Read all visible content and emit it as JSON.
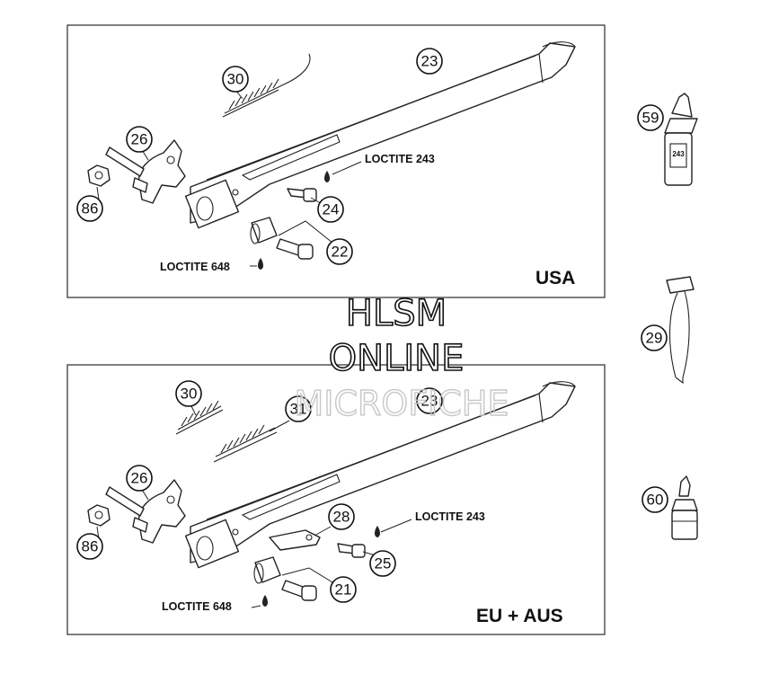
{
  "panels": {
    "usa": {
      "region_label": "USA",
      "loctite_upper": "LOCTITE 243",
      "loctite_lower": "LOCTITE 648",
      "callouts": [
        "30",
        "23",
        "26",
        "86",
        "24",
        "22"
      ]
    },
    "eu": {
      "region_label": "EU + AUS",
      "loctite_upper": "LOCTITE 243",
      "loctite_lower": "LOCTITE 648",
      "callouts": [
        "30",
        "31",
        "23",
        "26",
        "86",
        "28",
        "25",
        "21"
      ]
    }
  },
  "side_parts": {
    "callouts": [
      "59",
      "29",
      "60"
    ],
    "bottle_label": "243"
  },
  "watermark": {
    "line1": "HLSM",
    "line2": "ONLINE",
    "line3": "MICROFICHE"
  }
}
